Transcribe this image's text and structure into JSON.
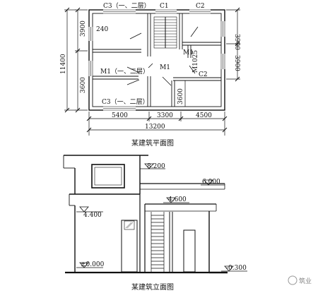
{
  "plan": {
    "caption": "某建筑平面图",
    "labels": {
      "c3_top": "C3（一、二层）",
      "c1": "C1",
      "c2_top": "C2",
      "c3_bottom": "C3（一、二层）",
      "c2_right": "C2",
      "m1_left": "M1（一、二层）",
      "m1_center": "M1",
      "m1_right": "M1",
      "m1025": "M1025",
      "wall": "240"
    },
    "dims": {
      "left_top": "3900",
      "left_bottom": "3600",
      "left_total": "11400",
      "right_top": "3900",
      "right_bottom": "3900",
      "inner_vertical": "3600",
      "bottom_a": "5400",
      "bottom_b": "3300",
      "bottom_c": "4500",
      "bottom_total": "13200"
    }
  },
  "elevation": {
    "caption": "某建筑立面图",
    "levels": {
      "top": "8.200",
      "mid_right": "6.000",
      "mid": "4.600",
      "first_floor": "4.400",
      "ground": "±0.000",
      "below": "-0.300"
    }
  },
  "watermark": "筑业"
}
